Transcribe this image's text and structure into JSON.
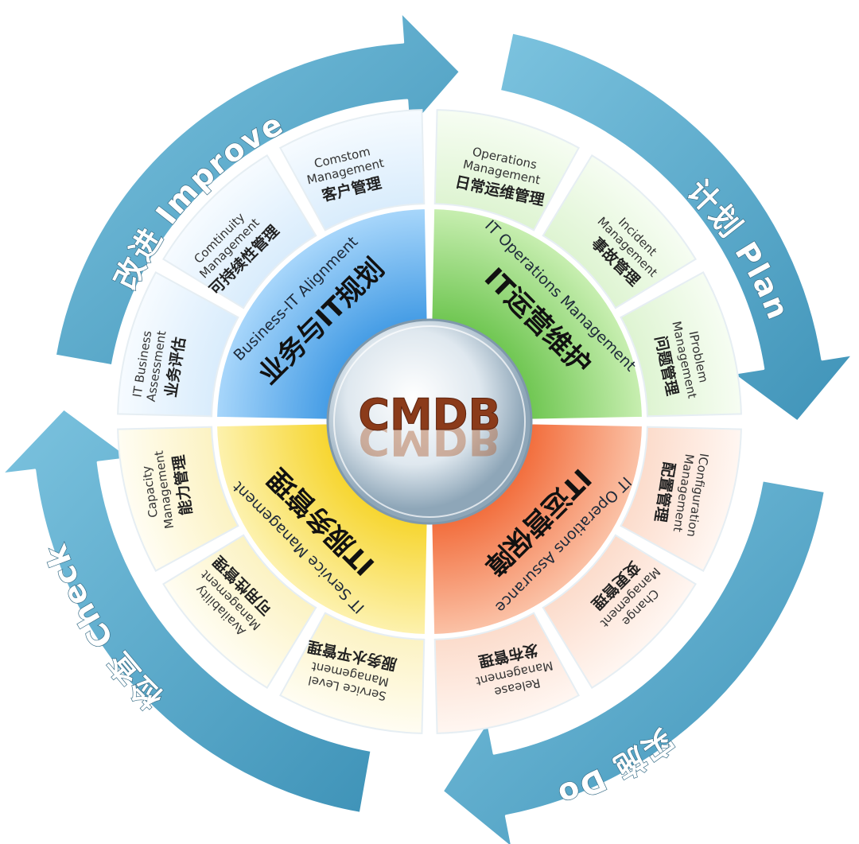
{
  "center": {
    "label": "CMDB"
  },
  "cycle": [
    {
      "id": "improve",
      "label": "改进 Improve"
    },
    {
      "id": "plan",
      "label": "计划 Plan"
    },
    {
      "id": "do",
      "label": "实施 Do"
    },
    {
      "id": "check",
      "label": "检查 Check"
    }
  ],
  "quadrants": [
    {
      "id": "business-it-alignment",
      "en": "Business-IT Alignment",
      "cn": "业务与IT规划",
      "items": [
        {
          "en": [
            "IT Business",
            "Assessment"
          ],
          "cn": "业务评估"
        },
        {
          "en": [
            "Comtinuity",
            "Management"
          ],
          "cn": "可持续性管理"
        },
        {
          "en": [
            "Comstom",
            "Management"
          ],
          "cn": "客户管理"
        }
      ]
    },
    {
      "id": "it-operations-management",
      "en": "IT Operations Management",
      "cn": "IT运营维护",
      "items": [
        {
          "en": [
            "Operations",
            "Management"
          ],
          "cn": "日常运维管理"
        },
        {
          "en": [
            "Incident",
            "Management"
          ],
          "cn": "事故管理"
        },
        {
          "en": [
            "IProblem",
            "Management"
          ],
          "cn": "问题管理"
        }
      ]
    },
    {
      "id": "it-operations-assurance",
      "en": "IT Operations Assurance",
      "cn": "IT运营保障",
      "items": [
        {
          "en": [
            "IConfiguration",
            "Management"
          ],
          "cn": "配置管理"
        },
        {
          "en": [
            "Change",
            "Management"
          ],
          "cn": "变更管理"
        },
        {
          "en": [
            "Release",
            "Management"
          ],
          "cn": "发布管理"
        }
      ]
    },
    {
      "id": "it-service-management",
      "en": "IT Service Management",
      "cn": "IT服务管理",
      "items": [
        {
          "en": [
            "Service Level",
            "Management"
          ],
          "cn": "服务水平管理"
        },
        {
          "en": [
            "Availability",
            "Management"
          ],
          "cn": "可用性管理"
        },
        {
          "en": [
            "Capacity",
            "Management"
          ],
          "cn": "能力管理"
        }
      ]
    }
  ],
  "colors": {
    "cycle_arrow": "#5aaed0",
    "business_it_alignment": "#4fa6ea",
    "it_operations_management": "#8fd26a",
    "it_operations_assurance": "#f4895f",
    "it_service_management": "#f7dc3a",
    "center_text": "#8b3b1a"
  }
}
